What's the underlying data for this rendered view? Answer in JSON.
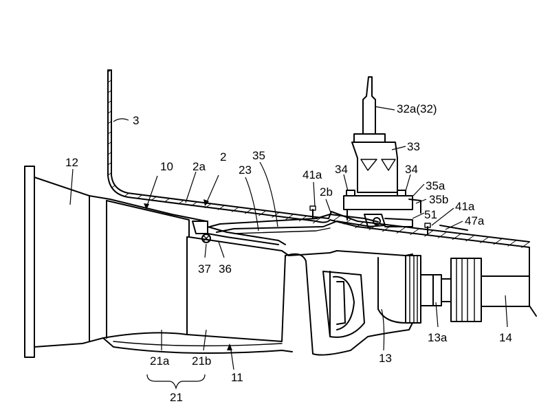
{
  "labels": {
    "l3": "3",
    "l12": "12",
    "l10": "10",
    "l2a": "2a",
    "l2": "2",
    "l35": "35",
    "l23": "23",
    "l41a_left": "41a",
    "l2b": "2b",
    "l34_left": "34",
    "l34_right": "34",
    "l32a": "32a(32)",
    "l33": "33",
    "l35a": "35a",
    "l35b": "35b",
    "l41a_right": "41a",
    "l51": "51",
    "l47a": "47a",
    "l37": "37",
    "l36": "36",
    "l21a": "21a",
    "l21b": "21b",
    "l21": "21",
    "l11": "11",
    "l13": "13",
    "l13a": "13a",
    "l14": "14"
  }
}
